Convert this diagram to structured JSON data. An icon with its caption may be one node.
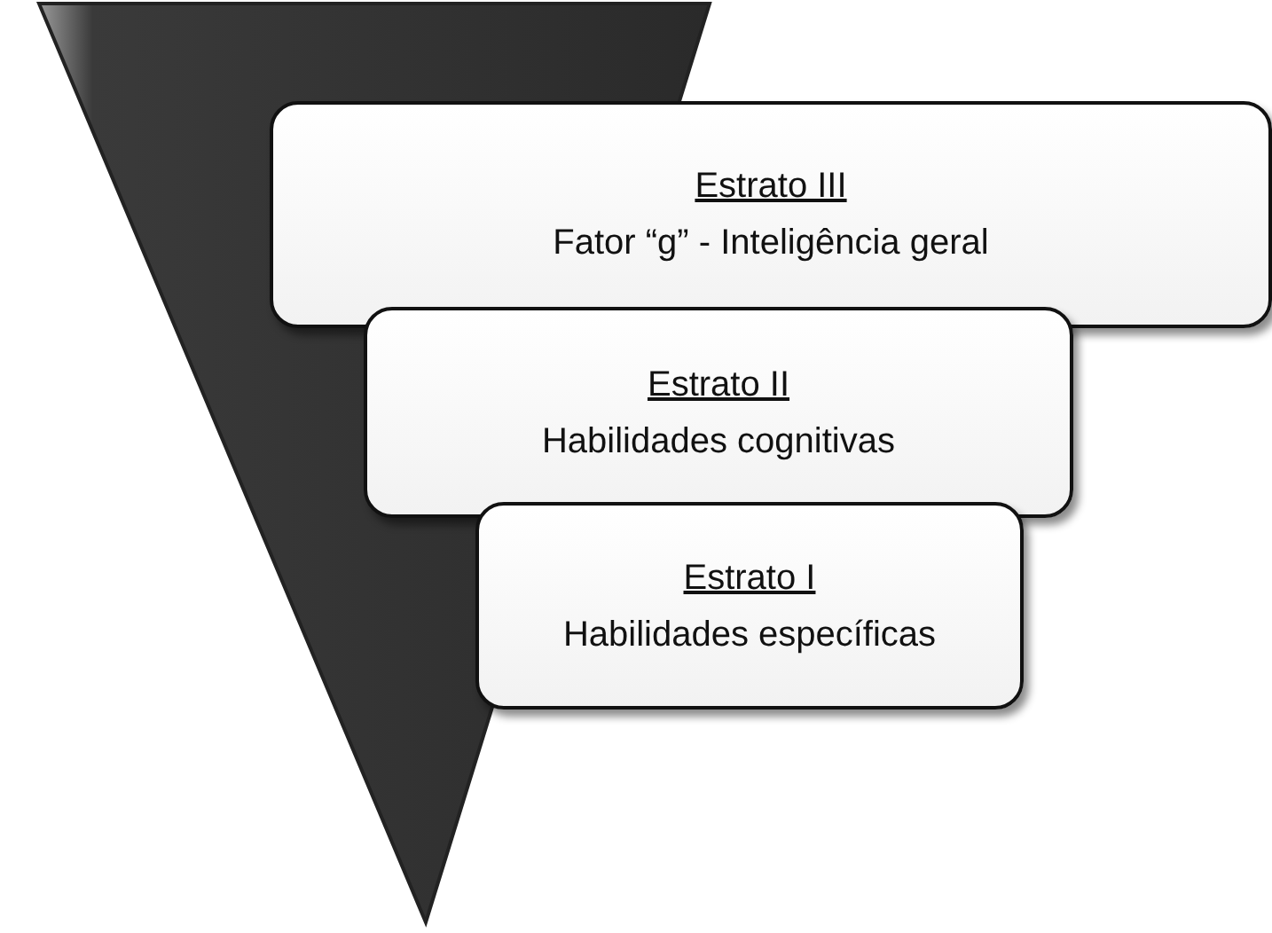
{
  "diagram": {
    "nodes": [
      {
        "text": [
          "Estrato III",
          "Fator “g” - Inteligência geral"
        ]
      },
      {
        "text": [
          "Estrato II",
          "Habilidades cognitivas"
        ]
      },
      {
        "text": [
          "Estrato I",
          "Habilidades específicas"
        ]
      }
    ]
  }
}
